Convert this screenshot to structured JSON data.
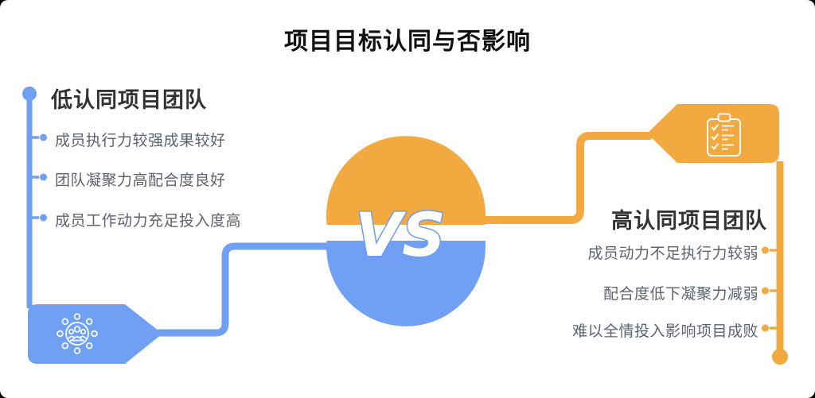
{
  "title": "项目目标认同与否影响",
  "center": {
    "vs_label": "VS"
  },
  "colors": {
    "blue": "#6FA0F3",
    "orange": "#F2A93F",
    "vs_stroke": "#6D9BF2",
    "title_text": "#111111",
    "heading_text": "#333333",
    "body_text": "#5D636C"
  },
  "left_panel": {
    "heading": "低认同项目团队",
    "items": [
      {
        "label": "成员执行力较强成果较好"
      },
      {
        "label": "团队凝聚力高配合度良好"
      },
      {
        "label": "成员工作动力充足投入度高"
      }
    ],
    "icon": "team-network-icon"
  },
  "right_panel": {
    "heading": "高认同项目团队",
    "items": [
      {
        "label": "成员动力不足执行力较弱"
      },
      {
        "label": "配合度低下凝聚力减弱"
      },
      {
        "label": "难以全情投入影响项目成败"
      }
    ],
    "icon": "clipboard-checklist-icon"
  }
}
